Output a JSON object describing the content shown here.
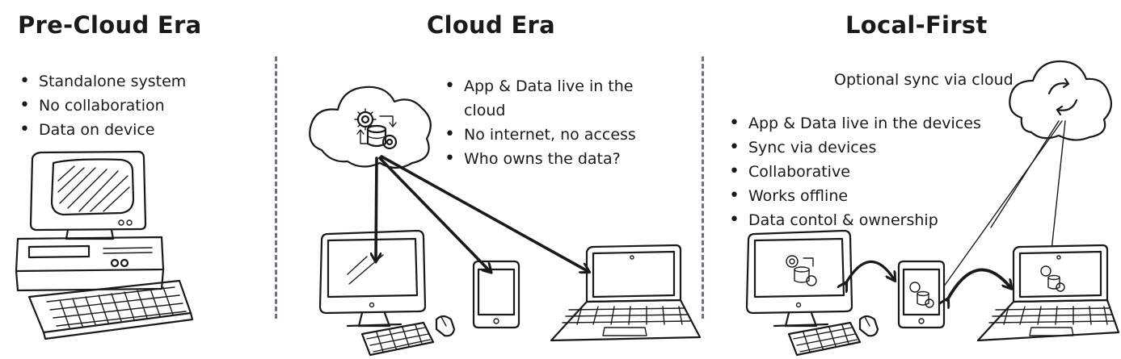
{
  "sections": {
    "pre_cloud": {
      "title": "Pre-Cloud Era",
      "bullets": [
        "Standalone system",
        "No collaboration",
        "Data on device"
      ]
    },
    "cloud": {
      "title": "Cloud Era",
      "bullets": [
        "App & Data live in the",
        "cloud",
        "No internet, no access",
        "Who owns the data?"
      ]
    },
    "local_first": {
      "title": "Local-First",
      "sync_label": "Optional sync via cloud",
      "bullets": [
        "App & Data live in the devices",
        "Sync via devices",
        "Collaborative",
        "Works offline",
        "Data contol & ownership"
      ]
    }
  },
  "icons": [
    "desktop-computer-icon",
    "cloud-icon",
    "gears-database-icon",
    "monitor-icon",
    "tablet-icon",
    "laptop-icon",
    "keyboard-icon",
    "mouse-icon",
    "sync-icon"
  ],
  "colors": {
    "ink": "#1a1a1a",
    "divider": "#6b7280",
    "background": "#ffffff"
  }
}
